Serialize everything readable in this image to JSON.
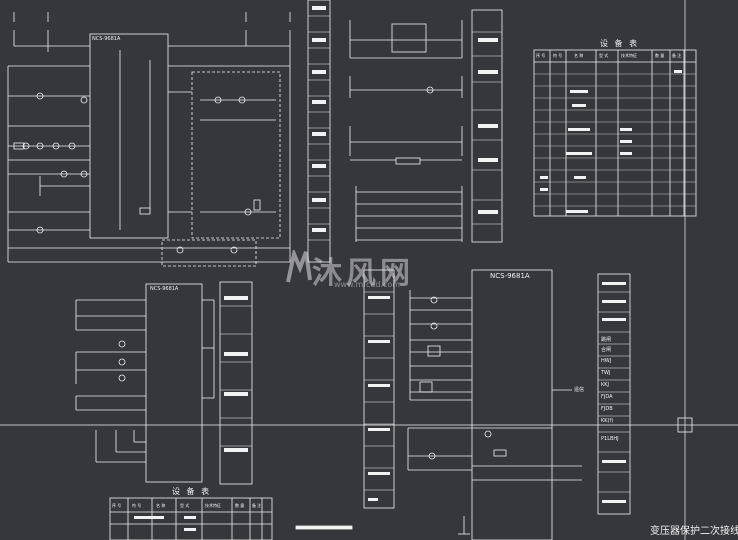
{
  "drawing": {
    "title": "变压器保护二次接线图",
    "device_top_left": "NCS-9681A",
    "device_bottom_left": "NCS-9681A",
    "device_bottom_mid": "NCS-9681A",
    "signal_label": "遥信"
  },
  "equipment_table_top": {
    "title": "设 备 表",
    "headers": [
      "序 号",
      "符 号",
      "名 称",
      "型 式",
      "技术特征",
      "数 量",
      "备 注"
    ]
  },
  "equipment_table_bottom": {
    "title": "设 备 表",
    "headers": [
      "序 号",
      "符 号",
      "名 称",
      "型 式",
      "技术特征",
      "数 量",
      "备 注"
    ]
  },
  "terminal_labels": [
    "跳闸",
    "合闸",
    "HWJ",
    "TWJ",
    "KKJ",
    "FJDA",
    "FJDB",
    "KK(f)",
    "P1LBHJ"
  ],
  "watermark": {
    "brand": "沐风网",
    "url": "www.mfcad.com"
  },
  "colors": {
    "background": "#36373a",
    "lines": "#f2f2f2",
    "watermark": "#e6e6ea"
  }
}
